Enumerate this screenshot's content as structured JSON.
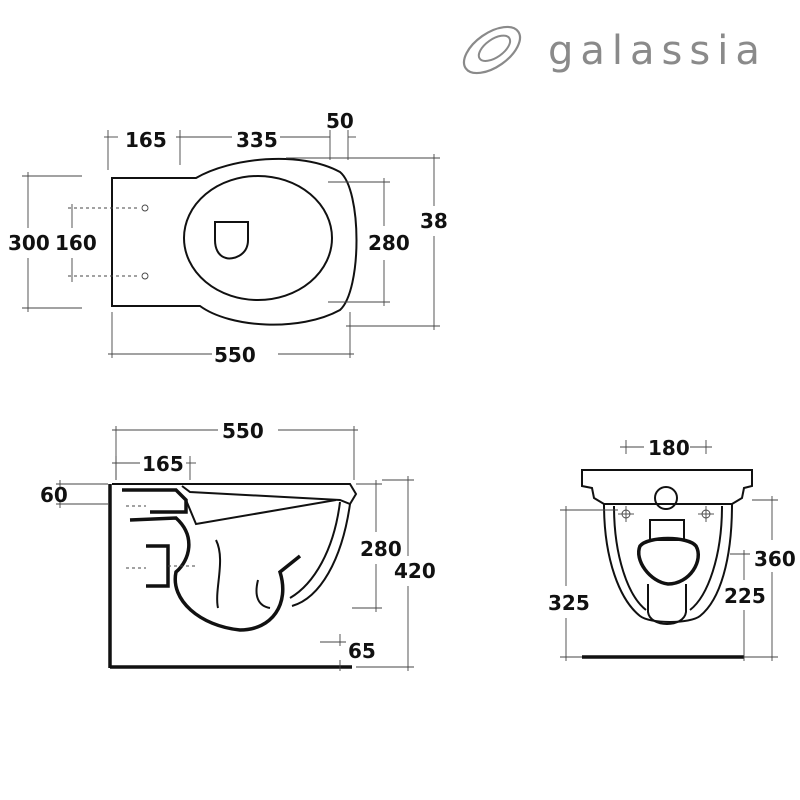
{
  "brand": {
    "name": "galassia",
    "colors": {
      "logo": "#8a8a8a",
      "ink": "#111111"
    },
    "logo_icon": "swirl-logo-icon"
  },
  "top_view": {
    "dims": {
      "rear_offset": "165",
      "outlet_span": "335",
      "front_offset": "50",
      "overall_width": "300",
      "fixing_spacing": "160",
      "bowl_width": "280",
      "depth_right": "38",
      "overall_length": "550"
    }
  },
  "side_view": {
    "dims": {
      "overall_length": "550",
      "fixing_distance": "165",
      "rim_drop": "60",
      "bowl_height": "280",
      "overall_height": "420",
      "floor_gap": "65"
    }
  },
  "rear_view": {
    "dims": {
      "fixing_spacing": "180",
      "fixing_height": "325",
      "overall_height": "360",
      "outlet_height": "225"
    }
  }
}
